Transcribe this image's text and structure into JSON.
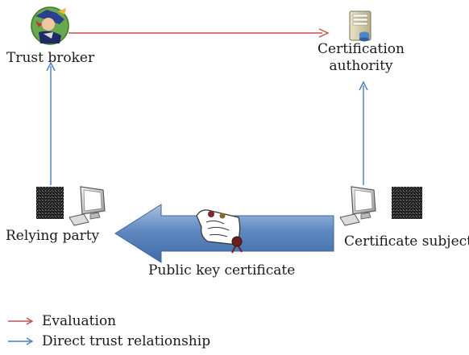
{
  "nodes": {
    "trust_broker": "Trust broker",
    "certification_authority": [
      "Certification",
      "authority"
    ],
    "relying_party": "Relying party",
    "certificate_subject": "Certificate subject",
    "public_key_certificate": "Public key certificate"
  },
  "legend": [
    {
      "label": "Evaluation",
      "color": "#c0504d"
    },
    {
      "label": "Direct trust relationship",
      "color": "#4a7ebb"
    }
  ],
  "colors": {
    "evaluation": "#c0504d",
    "direct_trust": "#4a7ebb",
    "flow_arrow": "#6c93c4"
  },
  "icons": {
    "trust_broker": "broker-mascot-icon",
    "certification_authority": "server-icon",
    "relying_party": "computer-icon",
    "certificate_subject": "computer-icon",
    "certificate": "certificate-scroll-icon",
    "key_noise": "binary-noise-icon"
  }
}
